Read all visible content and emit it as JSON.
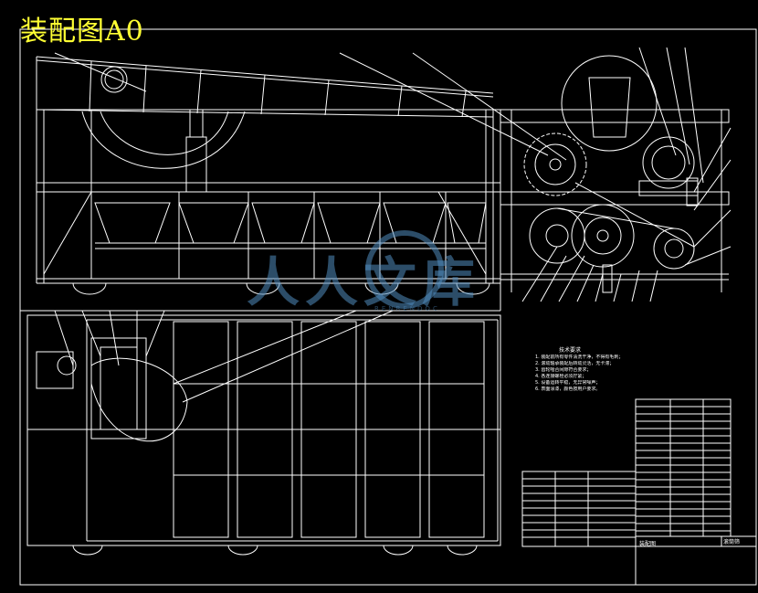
{
  "drawing": {
    "title": "装配图A0",
    "colors": {
      "background": "#000000",
      "line": "#ffffff",
      "title": "#ffff33",
      "watermark": "#508cbe"
    }
  },
  "tech_requirements": {
    "heading": "技术要求",
    "items": [
      "1. 装配前所有零件清洗干净，不得有毛刺；",
      "2. 滚动轴承装配后转动灵活，无卡滞；",
      "3. 齿轮啮合间隙符合要求；",
      "4. 各连接螺栓必须拧紧；",
      "5. 设备运转平稳，无异常噪声；",
      "6. 表面涂漆，颜色按用户要求。"
    ]
  },
  "title_block": {
    "name": "滚筒筛",
    "label": "装配图"
  },
  "watermark": {
    "text": "人人文库",
    "sub": "RENRENDOC"
  }
}
